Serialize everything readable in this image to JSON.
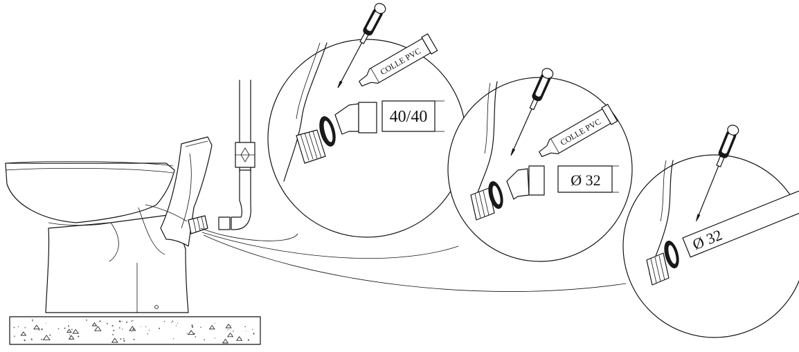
{
  "labels": {
    "glue_tube": "COLLE PVC",
    "pipe_diameter_40": "40/40",
    "pipe_diameter_32": "Ø 32"
  },
  "icons": [
    "screwdriver-icon",
    "glue-tube-icon",
    "o-ring-seal-icon",
    "pipe-elbow-icon",
    "toilet-icon"
  ],
  "colors": {
    "line": "#111111",
    "background": "#ffffff"
  }
}
